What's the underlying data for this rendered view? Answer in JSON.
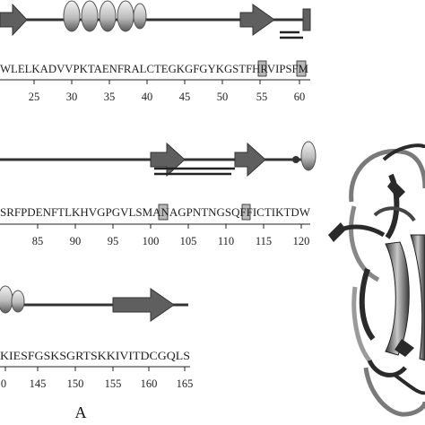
{
  "panel_label": "A",
  "rows": [
    {
      "sequence": "WLELKADVVPKTAENFRALCTEGKGFGYKGSTFHRVIPSFM",
      "numbers": [
        "25",
        "30",
        "35",
        "40",
        "45",
        "50",
        "55",
        "60"
      ],
      "highlighted_residues": [
        "R",
        "F"
      ]
    },
    {
      "sequence": "SRFPDENFTLKHVGPGVLSMANAGPNTNGSQFFICTIKTDW",
      "numbers": [
        "85",
        "90",
        "95",
        "100",
        "105",
        "110",
        "115",
        "120"
      ],
      "highlighted_residues": [
        "N",
        "F"
      ]
    },
    {
      "sequence": "KIESFGSKSGRTSKKIVITDCGQLS",
      "numbers": [
        "0",
        "145",
        "150",
        "155",
        "160",
        "165"
      ],
      "highlighted_residues": []
    }
  ],
  "colors": {
    "strand": "#5f5f5f",
    "backbone": "#333333",
    "highlight_box": "#b8b8b8",
    "helix_light": "#e6e6e6",
    "helix_dark": "#6a6a6a",
    "ribbon_dark": "#2a2a2a",
    "ribbon_light": "#9a9a9a"
  }
}
